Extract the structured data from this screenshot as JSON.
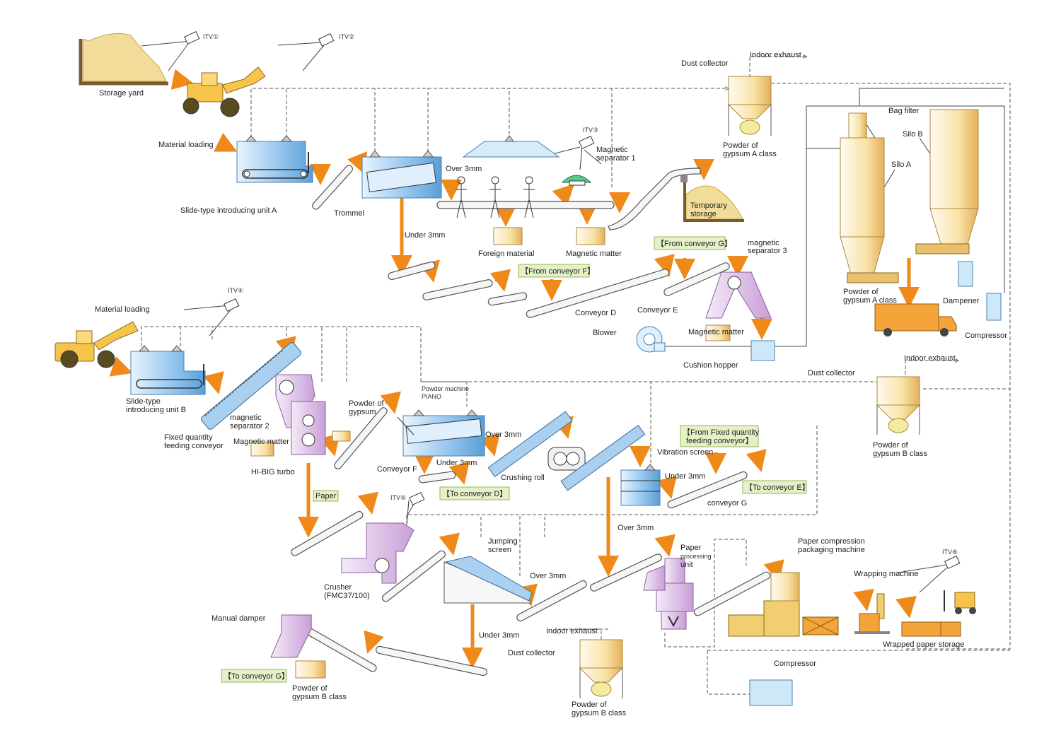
{
  "labels": {
    "storage_yard": "Storage yard",
    "itv1": "ITV①",
    "itv2": "ITV②",
    "itv3": "ITV③",
    "itv4": "ITV④",
    "itv5": "ITV⑤",
    "itv6": "ITV⑥",
    "material_loading_a": "Material loading",
    "material_loading_b": "Material loading",
    "slide_unit_a": "Slide-type introducing unit A",
    "trommel": "Trommel",
    "over_3mm_1": "Over 3mm",
    "under_3mm_1": "Under 3mm",
    "magnetic_separator_1_l1": "Magnetic",
    "magnetic_separator_1_l2": "separator 1",
    "foreign_material": "Foreign material",
    "magnetic_matter_1": "Magnetic matter",
    "temporary_storage_l1": "Temporary",
    "temporary_storage_l2": "storage",
    "dust_collector_1": "Dust collector",
    "indoor_exhaust_1": "Indoor exhaust",
    "powder_a_l1": "Powder of",
    "powder_a_l2": "gypsum A class",
    "bag_filter": "Bag filter",
    "silo_b": "Silo B",
    "silo_a": "Silo A",
    "powder_a2_l1": "Powder of",
    "powder_a2_l2": "gypsum A class",
    "dampener": "Dampener",
    "compressor_1": "Compressor",
    "from_conveyor_g": "【From conveyor G】",
    "from_conveyor_f": "【From conveyor F】",
    "magnetic_separator_3_l1": "magnetic",
    "magnetic_separator_3_l2": "separator 3",
    "conveyor_d": "Conveyor D",
    "conveyor_e": "Conveyor E",
    "magnetic_matter_3": "Magnetic matter",
    "blower": "Blower",
    "cushion_hopper": "Cushion hopper",
    "slide_unit_b_l1": "Slide-type",
    "slide_unit_b_l2": "introducing unit B",
    "fixed_qty_l1": "Fixed quantity",
    "fixed_qty_l2": "feeding conveyor",
    "magnetic_separator_2_l1": "magnetic",
    "magnetic_separator_2_l2": "separator 2",
    "magnetic_matter_2": "Magnetic matter",
    "hi_big_turbo": "HI-BIG turbo",
    "powder_gypsum_l1": "Powder of",
    "powder_gypsum_l2": "gypsum",
    "powder_machine_l1": "Powder machine",
    "powder_machine_l2": "PIANO",
    "over_3mm_2": "Over 3mm",
    "under_3mm_2": "Under 3mm",
    "conveyor_f": "Conveyor F",
    "to_conveyor_d": "【To conveyor D】",
    "crushing_roll": "Crushing roll",
    "from_fixed_qty_l1": "【From Fixed quantity",
    "from_fixed_qty_l2": "feeding conveyor】",
    "vibration_screen": "Vibration screen",
    "under_3mm_3": "Under 3mm",
    "conveyor_g": "conveyor G",
    "to_conveyor_e": "【To conveyor E】",
    "dust_collector_2": "Dust collector",
    "indoor_exhaust_2": "Indoor exhaust",
    "powder_b_l1": "Powder of",
    "powder_b_l2": "gypsum B class",
    "paper": "Paper",
    "crusher_l1": "Crusher",
    "crusher_l2": "(FMC37/100)",
    "jumping_screen_l1": "Jumping",
    "jumping_screen_l2": "screen",
    "over_3mm_3": "Over 3mm",
    "over_3mm_4": "Over 3mm",
    "under_3mm_4": "Under 3mm",
    "paper_processing_l1": "Paper",
    "paper_processing_l2": "processing",
    "paper_processing_l3": "unit",
    "paper_compression_l1": "Paper compression",
    "paper_compression_l2": "packaging machine",
    "wrapping_machine": "Wrapping machine",
    "wrapped_paper_storage": "Wrapped paper storage",
    "manual_damper": "Manual damper",
    "to_conveyor_g": "【To conveyor G】",
    "powder_b2_l1": "Powder of",
    "powder_b2_l2": "gypsum B class",
    "indoor_exhaust_3": "Indoor exhaust",
    "dust_collector_3": "Dust collector",
    "powder_b3_l1": "Powder of",
    "powder_b3_l2": "gypsum B class",
    "compressor_2": "Compressor"
  },
  "colors": {
    "flow_arrow": "#ef8a1a",
    "tag_fill": "#e4f0c6",
    "machine_yellow": "#f7c44a"
  }
}
